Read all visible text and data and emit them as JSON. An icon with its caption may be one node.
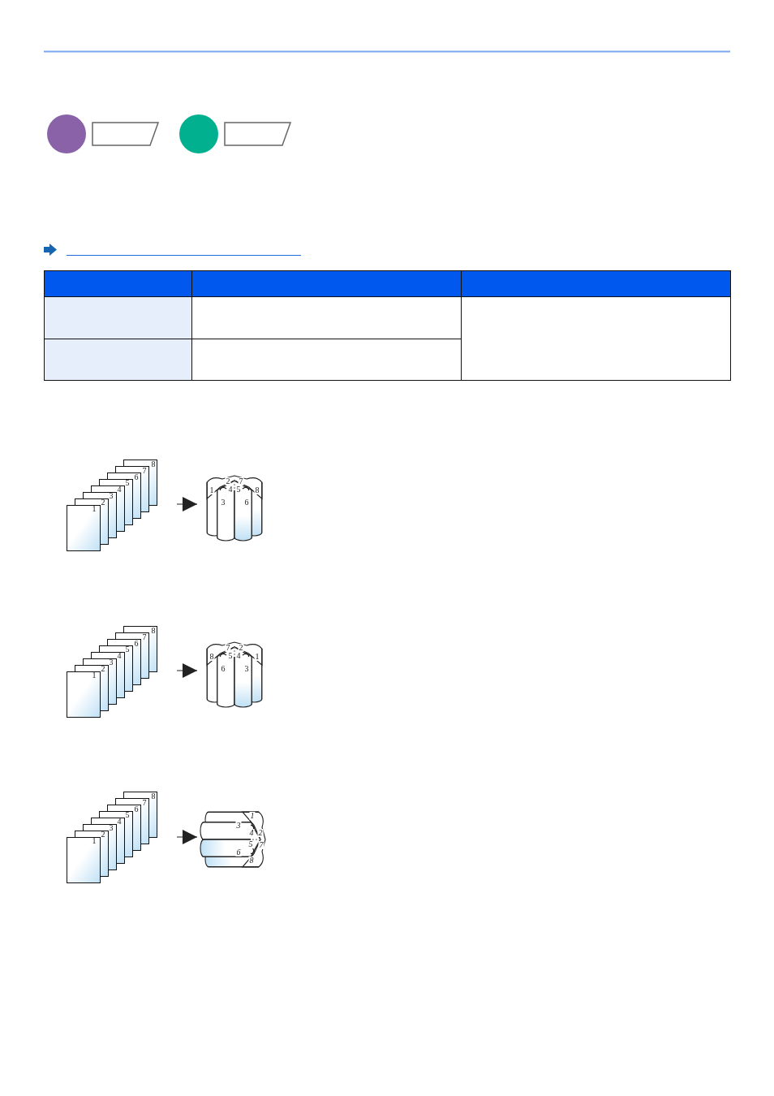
{
  "diagram": {
    "nodes": [
      {
        "text": [],
        "shape": "circle"
      },
      {
        "text": [],
        "shape": "box"
      },
      {
        "text": [],
        "shape": "circle"
      },
      {
        "text": [],
        "shape": "box"
      },
      {
        "text": [],
        "shape": "picture"
      },
      {
        "text": [],
        "shape": "picture"
      },
      {
        "text": [],
        "shape": "picture"
      },
      {
        "text": [],
        "shape": "picture"
      },
      {
        "text": [],
        "shape": "picture"
      },
      {
        "text": [],
        "shape": "picture"
      }
    ],
    "edges": [
      {
        "from": 4,
        "to": 5,
        "arrow": "to"
      },
      {
        "from": 6,
        "to": 7,
        "arrow": "to"
      },
      {
        "from": 8,
        "to": 9,
        "arrow": "to"
      }
    ],
    "labels": [
      "1",
      "2",
      "3",
      "4",
      "5",
      "6",
      "7",
      "8",
      "1",
      "2",
      "3",
      "4",
      "5",
      "6",
      "7",
      "8",
      "1",
      "2",
      "3",
      "4",
      "5",
      "6",
      "7",
      "8",
      "8",
      "7",
      "6",
      "5",
      "4",
      "3",
      "2",
      "1",
      "1",
      "2",
      "3",
      "4",
      "5",
      "6",
      "7",
      "8",
      "1",
      "3",
      "4",
      "2",
      "5",
      "7",
      "6",
      "8"
    ]
  }
}
